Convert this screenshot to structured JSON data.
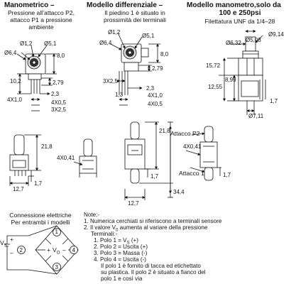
{
  "headers": {
    "gauge": {
      "title": "Manometrico –",
      "sub1": "Pressione all’attacco P2,",
      "sub2": "attacco P1 a pressione",
      "sub3": "ambiente"
    },
    "differential": {
      "title": "Modello differenziale –",
      "sub1": "Il piedino 1 è situato in",
      "sub2": "prossimità dei terminali"
    },
    "gauge100": {
      "title1": "Modello manometro,solo da",
      "title2": "100 e 250psi",
      "sub1": "Filettatura UNF da 1/4–28"
    }
  },
  "dims": {
    "gauge_top": {
      "d_1_2": "Ø1,2",
      "d_5_1": "Ø5,1",
      "d_6_4": "Ø6,4",
      "h_8_0": "8,0",
      "h_10_2": "10,2",
      "h_2_79": "2,79",
      "w_2_3": "2,3",
      "p_4x1": "4X1,0",
      "p_4x05": "4X0,5",
      "p_3x25": "3X2,5"
    },
    "diff_top": {
      "d_1_2": "Ø1,2",
      "d_5_1": "Ø5,1",
      "d_6_4": "Ø6,4",
      "h_8_0": "8,0",
      "h_2_79": "2,79",
      "p_3x25": "3X2,5",
      "w_2_3": "2,3",
      "w_1_3": "1,3",
      "p_4x1": "4X1,0",
      "p_4x05": "4X0,5"
    },
    "g100": {
      "d_9_14": "Ø9,14",
      "d_5_08": "Ø5,08",
      "d_6_32": "Ø6,32",
      "h_15_72": "15,72",
      "h_8_99": "8,99",
      "h_12_55": "12,55",
      "w_7_11": "Ø7,11",
      "w_1_7": "1,7"
    },
    "gauge_side": {
      "h_21_8": "21,8",
      "p_4x041": "4X0,41",
      "w_12_7": "12,7",
      "w_1_7": "1,7"
    },
    "diff_side": {
      "h_21_8": "21,8",
      "h_34_4": "34,4",
      "w_12_7": "12,7",
      "w_1_7": "1,7"
    },
    "diff_side2": {
      "p_4x041": "4X0,41",
      "w_1_7": "1,7",
      "port_p2": "Attacco P2",
      "port_1": "Attacco 1"
    }
  },
  "circuit": {
    "title1": "Connessione elettriche",
    "title2": "Per entrambi i modelli",
    "vs": "V",
    "vs_sub": "S",
    "vo": "V",
    "vo_sub": "O",
    "node1": "1",
    "node2": "2",
    "node3": "3",
    "node4": "4",
    "plus": "+",
    "minus": "–",
    "plus2": "+",
    "minus2": "–"
  },
  "notes": {
    "heading": "Note:-",
    "n1": "1. Numerica cerchiati si riferiscono a terminali sensore",
    "n2a": "2. Il valore V",
    "n2sub": "0",
    "n2b": " aumenta al variare della pressione",
    "terminals": "Terminali:-",
    "p1a": "1. Polo 1 = V",
    "p1sub": "S",
    "p1b": " (+)",
    "p2": "2. Polo 2 = Uscita (+)",
    "p3": "3. Polo 3 = Massa (-)",
    "p4": "4. Polo 4 = Uscita (-)",
    "f1": "Il polo 1 è fornito di tacca ed etichettato",
    "f2": "su plastica. Il polo 2 è situato a fianco del",
    "f3": "polo 1 e così via"
  }
}
